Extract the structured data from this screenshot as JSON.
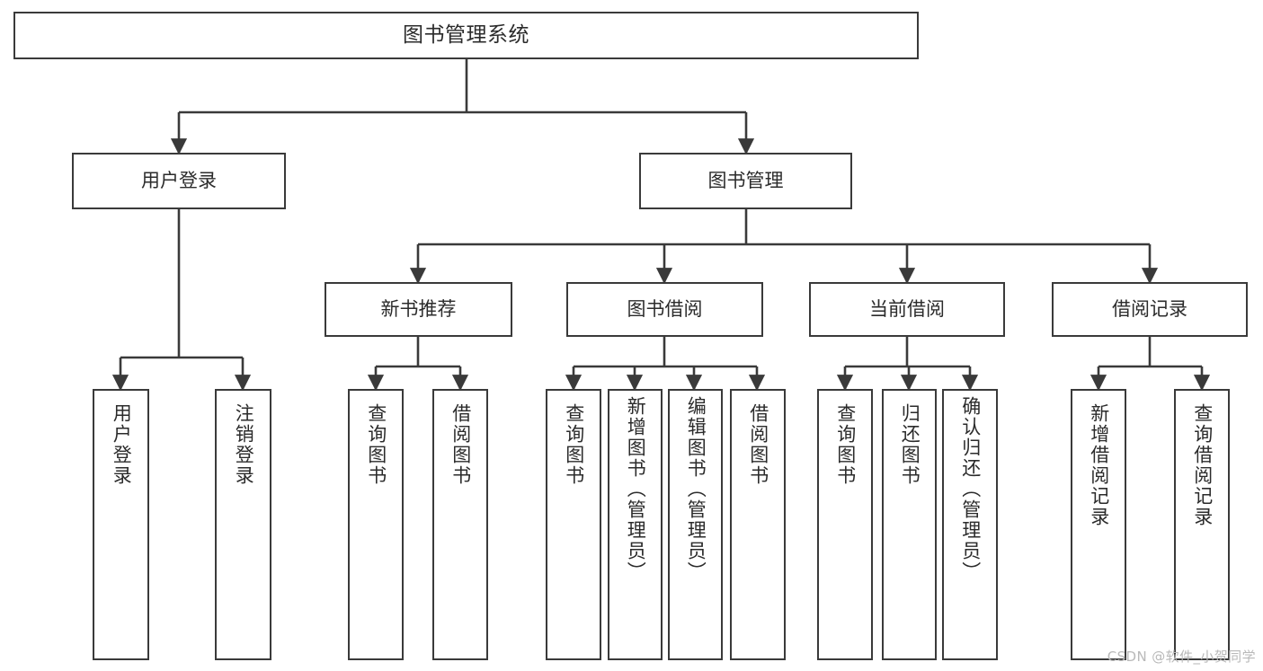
{
  "diagram": {
    "type": "tree-hierarchy",
    "title": "图书管理系统",
    "watermark": "CSDN @软件_小贺同学",
    "colors": {
      "box_stroke": "#3a3a3a",
      "box_fill": "#ffffff",
      "connector": "#3a3a3a",
      "text": "#2b2b2b",
      "watermark": "#b9b9b9",
      "background": "#ffffff"
    },
    "nodes": {
      "root": {
        "label": "图书管理系统"
      },
      "level1": [
        {
          "id": "user-login",
          "label": "用户登录"
        },
        {
          "id": "book-manage",
          "label": "图书管理"
        }
      ],
      "level2": [
        {
          "id": "new-book-rec",
          "label": "新书推荐"
        },
        {
          "id": "book-borrow",
          "label": "图书借阅"
        },
        {
          "id": "current-borrow",
          "label": "当前借阅"
        },
        {
          "id": "borrow-record",
          "label": "借阅记录"
        }
      ],
      "leaves": {
        "user-login": [
          {
            "id": "leaf-user-login",
            "label": "用户登录"
          },
          {
            "id": "leaf-user-logout",
            "label": "注销登录"
          }
        ],
        "new-book-rec": [
          {
            "id": "leaf-query-book-1",
            "label": "查询图书"
          },
          {
            "id": "leaf-borrow-book-1",
            "label": "借阅图书"
          }
        ],
        "book-borrow": [
          {
            "id": "leaf-query-book-2",
            "label": "查询图书"
          },
          {
            "id": "leaf-add-book",
            "label": "新增图书（管理员）"
          },
          {
            "id": "leaf-edit-book",
            "label": "编辑图书（管理员）"
          },
          {
            "id": "leaf-borrow-book-2",
            "label": "借阅图书"
          }
        ],
        "current-borrow": [
          {
            "id": "leaf-query-book-3",
            "label": "查询图书"
          },
          {
            "id": "leaf-return-book",
            "label": "归还图书"
          },
          {
            "id": "leaf-confirm-return",
            "label": "确认归还（管理员）"
          }
        ],
        "borrow-record": [
          {
            "id": "leaf-add-record",
            "label": "新增借阅记录"
          },
          {
            "id": "leaf-query-record",
            "label": "查询借阅记录"
          }
        ]
      }
    }
  }
}
